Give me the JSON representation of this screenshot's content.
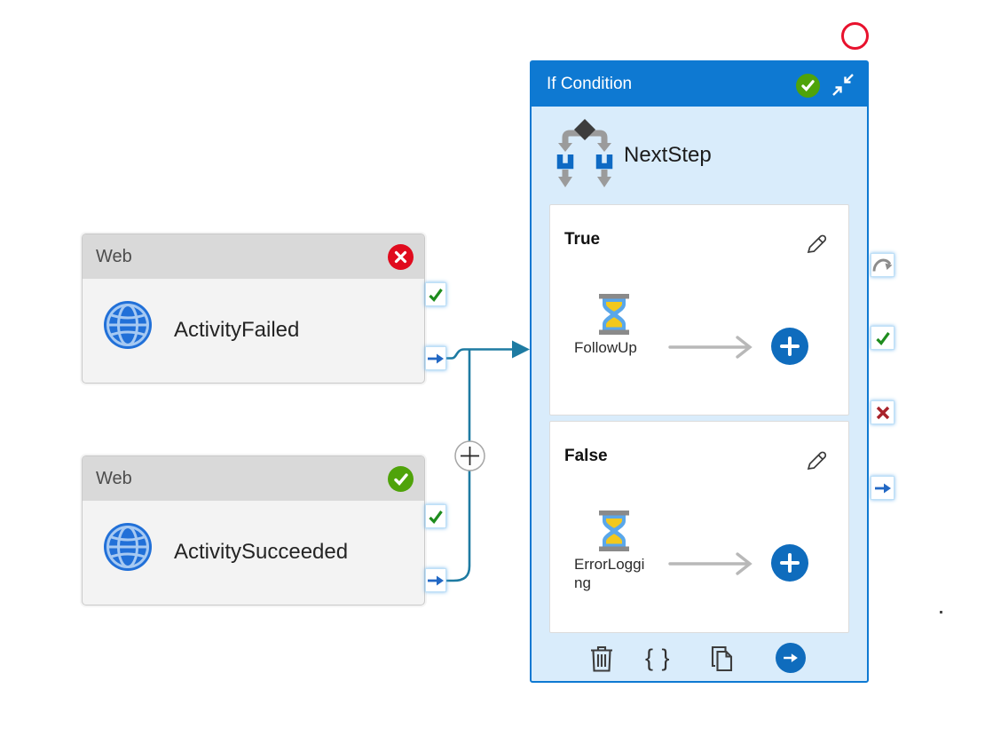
{
  "nodes": {
    "activity_failed": {
      "type_label": "Web",
      "name": "ActivityFailed",
      "status_icon": "error-badge"
    },
    "activity_succeeded": {
      "type_label": "Web",
      "name": "ActivitySucceeded",
      "status_icon": "success-badge"
    },
    "if_condition": {
      "header_label": "If Condition",
      "name": "NextStep",
      "status_icon": "success-badge",
      "branches": [
        {
          "label": "True",
          "activity": {
            "name": "FollowUp",
            "icon": "hourglass-wait-icon"
          }
        },
        {
          "label": "False",
          "activity": {
            "name": "ErrorLogging",
            "icon": "hourglass-wait-icon"
          }
        }
      ],
      "toolbar": {
        "delete_icon": "trash-icon",
        "code_glyph": "{ }",
        "copy_icon": "copy-icon",
        "next_icon": "arrow-right-icon"
      }
    }
  },
  "colors": {
    "if_header_blue": "#0e79d2",
    "if_body_blue": "#d9ecfb",
    "connector_teal": "#1e7ba2",
    "badge_green": "#4fa30a",
    "badge_red": "#e00b1e",
    "add_button_blue": "#0f6cbd",
    "port_check_green": "#1e8c1e",
    "port_arrow_blue": "#2268c4",
    "port_fail_red": "#a8232b",
    "web_header_gray": "#d9d9d9",
    "annotation_red": "#e8112d"
  }
}
